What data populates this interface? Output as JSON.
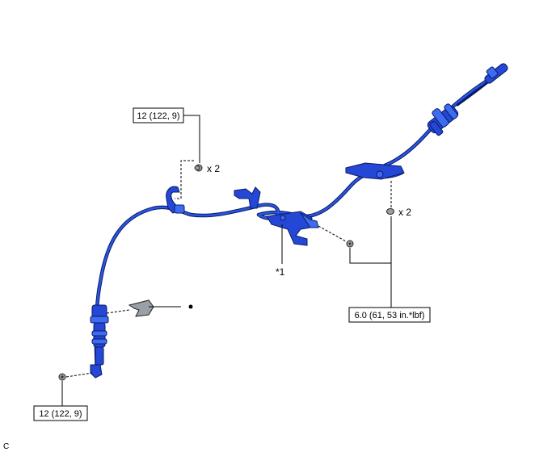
{
  "callouts": {
    "torque_upper_left": "12 (122, 9)",
    "torque_lower_left": "12 (122, 9)",
    "torque_right": "6.0 (61, 53 in.*lbf)",
    "qty_upper": "x 2",
    "qty_right": "x 2",
    "part_marker": "*1",
    "corner_code": "C"
  }
}
